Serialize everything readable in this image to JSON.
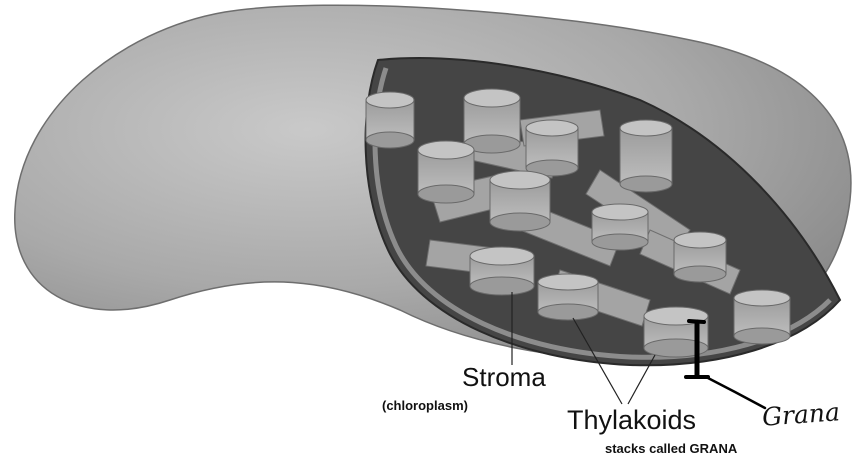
{
  "diagram": {
    "labels": {
      "stroma": "Stroma",
      "chloroplasm": "(chloroplasm)",
      "thylakoids": "Thylakoids",
      "stacks": "stacks called GRANA",
      "grana_handwritten": "Grana"
    },
    "colors": {
      "outer_membrane": "#a6a6a6",
      "interior": "#454545",
      "thylakoid_disc": "#b9b9b9",
      "leader_line": "#222222",
      "handwritten_ink": "#000000"
    }
  }
}
